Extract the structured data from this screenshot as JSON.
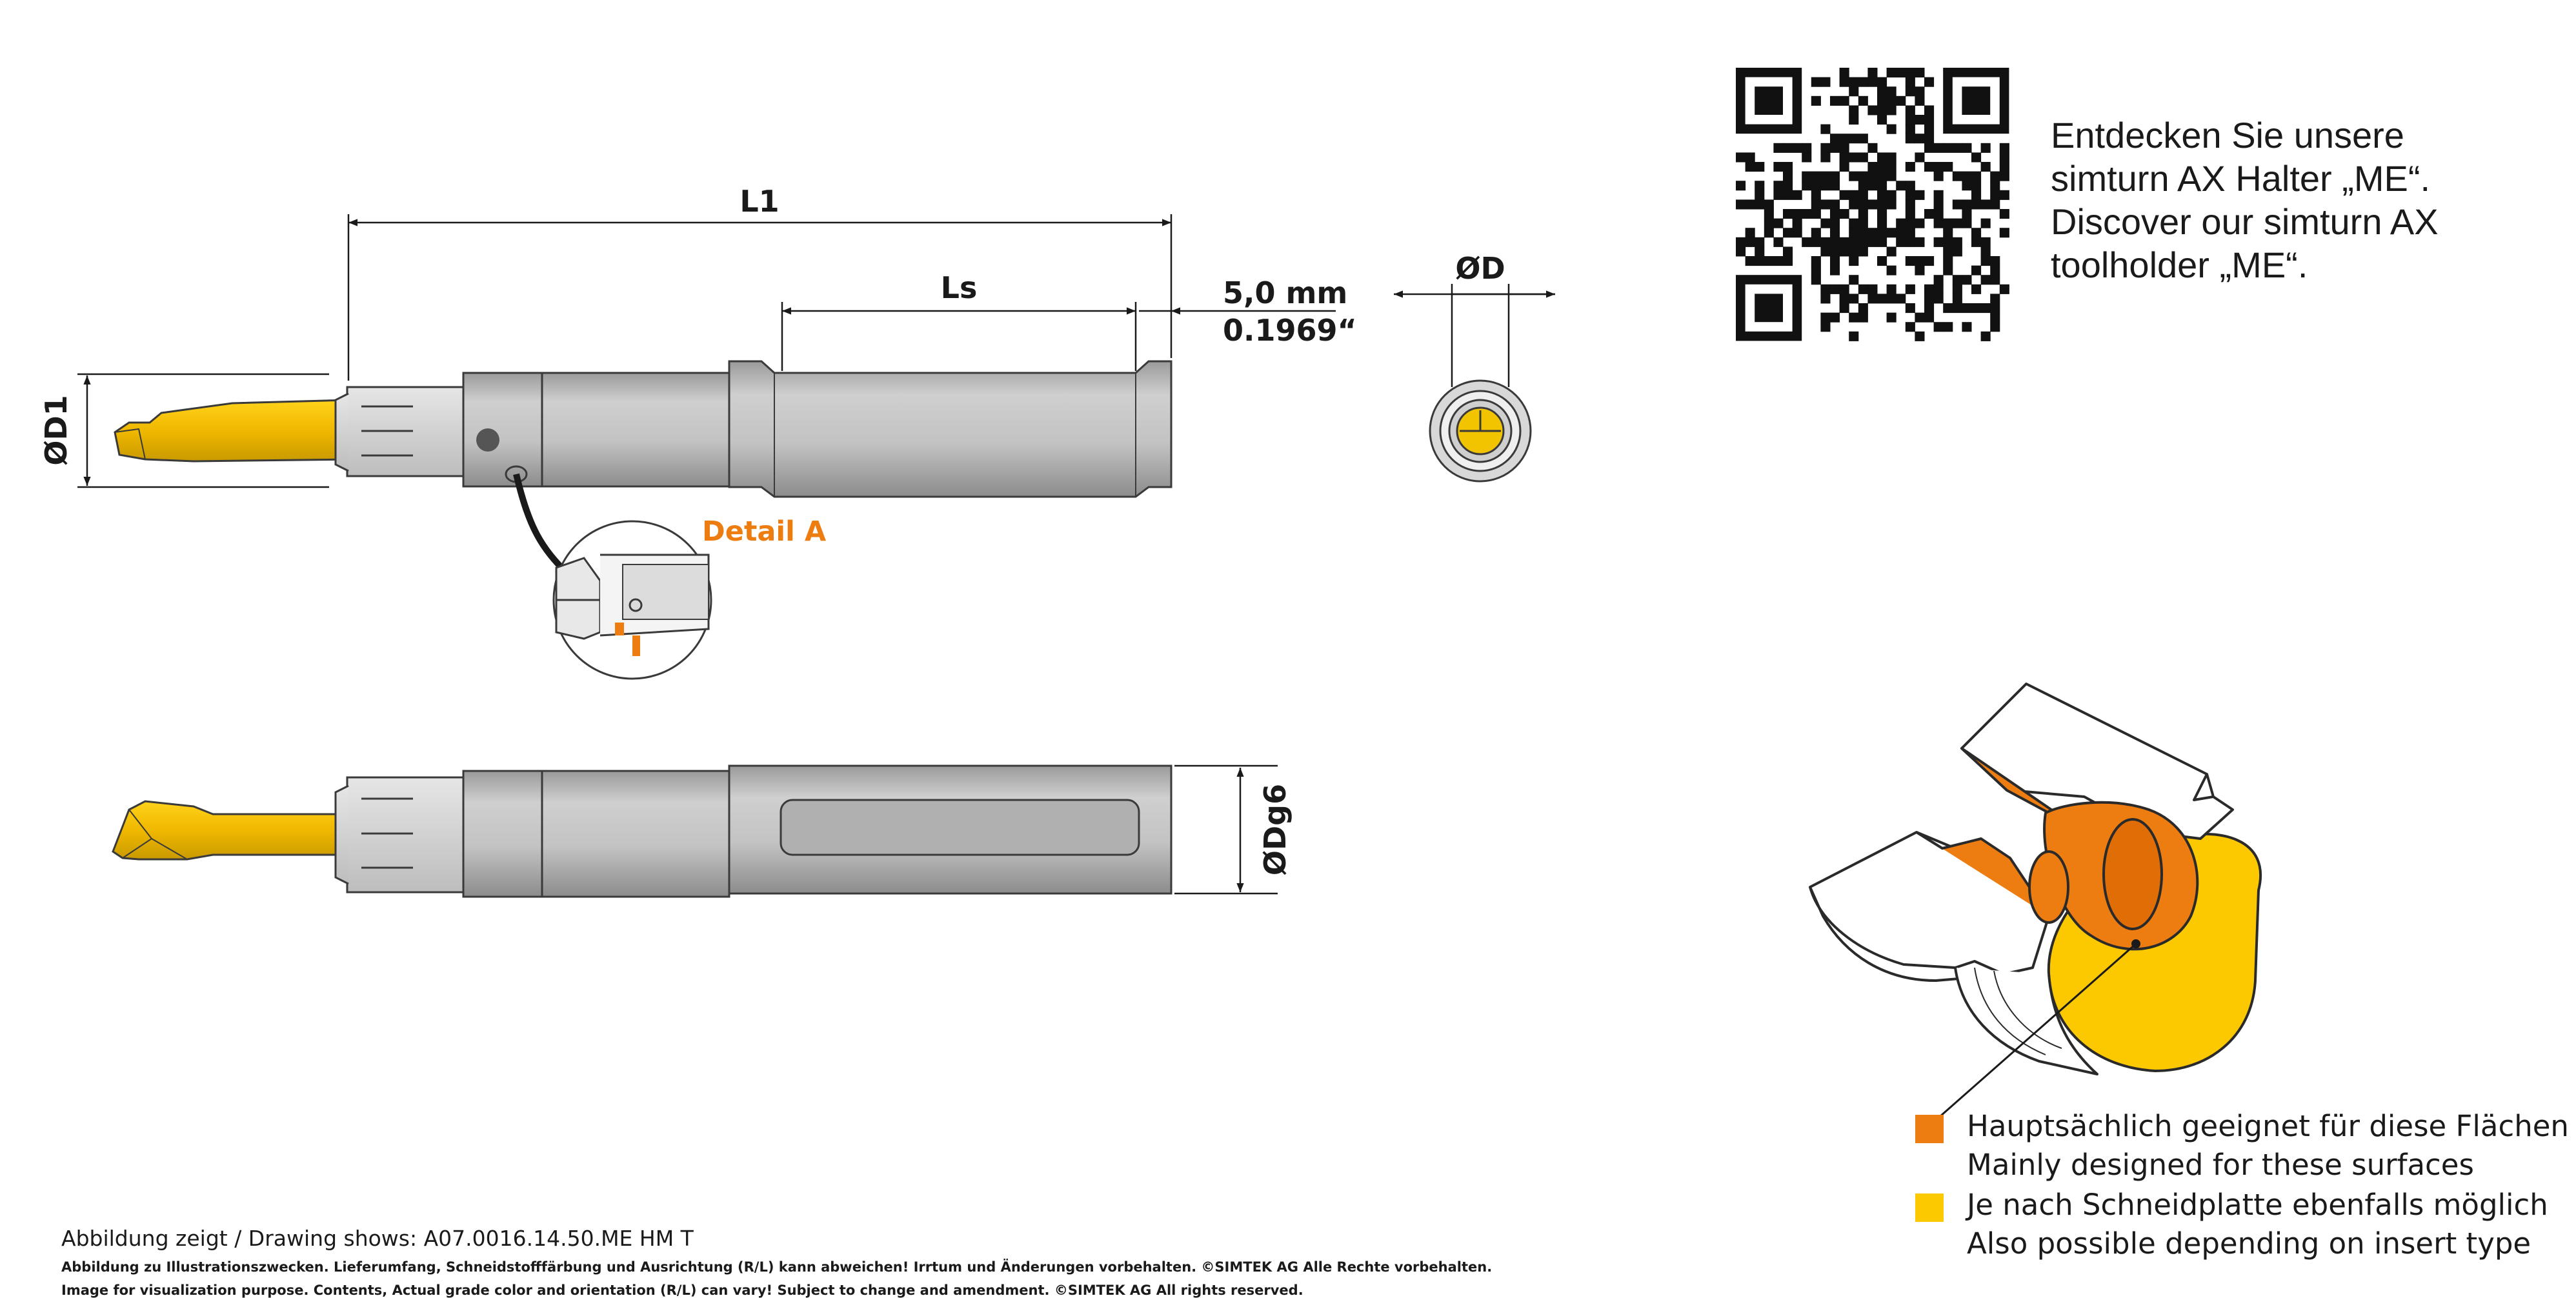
{
  "dimensions": {
    "l1": "L1",
    "ls": "Ls",
    "d1": "ØD1",
    "d": "ØD",
    "dg6": "ØDg6",
    "offset_mm": "5,0 mm",
    "offset_in": "0.1969“"
  },
  "detail_label": "Detail A",
  "qr_text": {
    "line1": "Entdecken Sie unsere",
    "line2": "simturn AX Halter „ME“.",
    "line3": "Discover our simturn AX",
    "line4": "toolholder „ME“."
  },
  "legend": [
    {
      "color": "#ee7d11",
      "line1": "Hauptsächlich geeignet für diese Flächen",
      "line2": "Mainly designed for these surfaces"
    },
    {
      "color": "#fcc900",
      "line1": "Je nach Schneidplatte ebenfalls möglich",
      "line2": "Also possible depending on insert type"
    }
  ],
  "footer": {
    "drawing_shows": "Abbildung zeigt / Drawing shows: A07.0016.14.50.ME HM T",
    "disclaimer_de": "Abbildung zu Illustrationszwecken. Lieferumfang, Schneidstofffärbung und Ausrichtung (R/L) kann abweichen! Irrtum und Änderungen vorbehalten. ©SIMTEK AG Alle Rechte vorbehalten.",
    "disclaimer_en": "Image for visualization purpose. Contents, Actual grade color and orientation (R/L) can vary! Subject to change and amendment. ©SIMTEK AG All rights reserved."
  },
  "colors": {
    "insert_gold": "#f2c400",
    "shank_gray": "#bdbdbd",
    "orange": "#ee7d11",
    "yellow": "#fcc900"
  }
}
